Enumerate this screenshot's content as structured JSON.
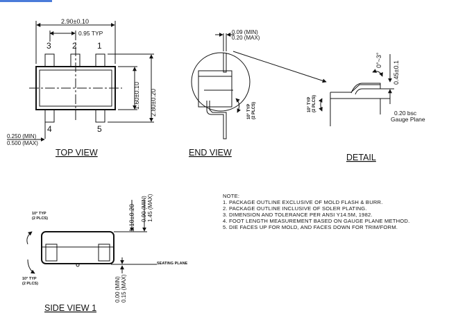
{
  "views": {
    "top": "TOP  VIEW",
    "end": "END  VIEW",
    "detail": "DETAIL",
    "side": "SIDE  VIEW  1"
  },
  "dims": {
    "width": "2.90±0.10",
    "pitch": "0.95  TYP",
    "body_width": "1.60±0.10",
    "overall": "2.80±0.20",
    "lead_min": "0.250 (MIN)",
    "lead_max": "0.500 (MAX)",
    "thk_min": "0.09 (MIN)",
    "thk_max": "0.20 (MAX)",
    "angle": "0°~3°",
    "foot": "0.45±0.1",
    "gauge_val": "0.20 bsc",
    "gauge_label": "Gauge Plane",
    "side_height": "1.10±0.20",
    "side_min": "0.90 (MIN)",
    "side_max": "1.45 (MAX)",
    "seating": "SEATING PLANE",
    "standoff_min": "0.00 (MIN)",
    "standoff_max": "0.15 (MAX)",
    "typ10": "10° TYP",
    "plcs": "(2 PLCS)"
  },
  "pins": [
    "1",
    "2",
    "3",
    "4",
    "5"
  ],
  "notes": {
    "title": "NOTE:",
    "items": [
      "1. PACKAGE OUTLINE EXCLUSIVE OF MOLD FLASH & BURR.",
      "2. PACKAGE OUTLINE INCLUSIVE OF SOLER PLATING.",
      "3. DIMENSION AND TOLERANCE PER ANSI Y14.5M, 1982.",
      "4. FOOT LENGTH MEASUREMENT BASED ON GAUGE PLANE METHOD.",
      "5. DIE FACES UP FOR MOLD, AND FACES DOWN FOR TRIM/FORM."
    ]
  }
}
